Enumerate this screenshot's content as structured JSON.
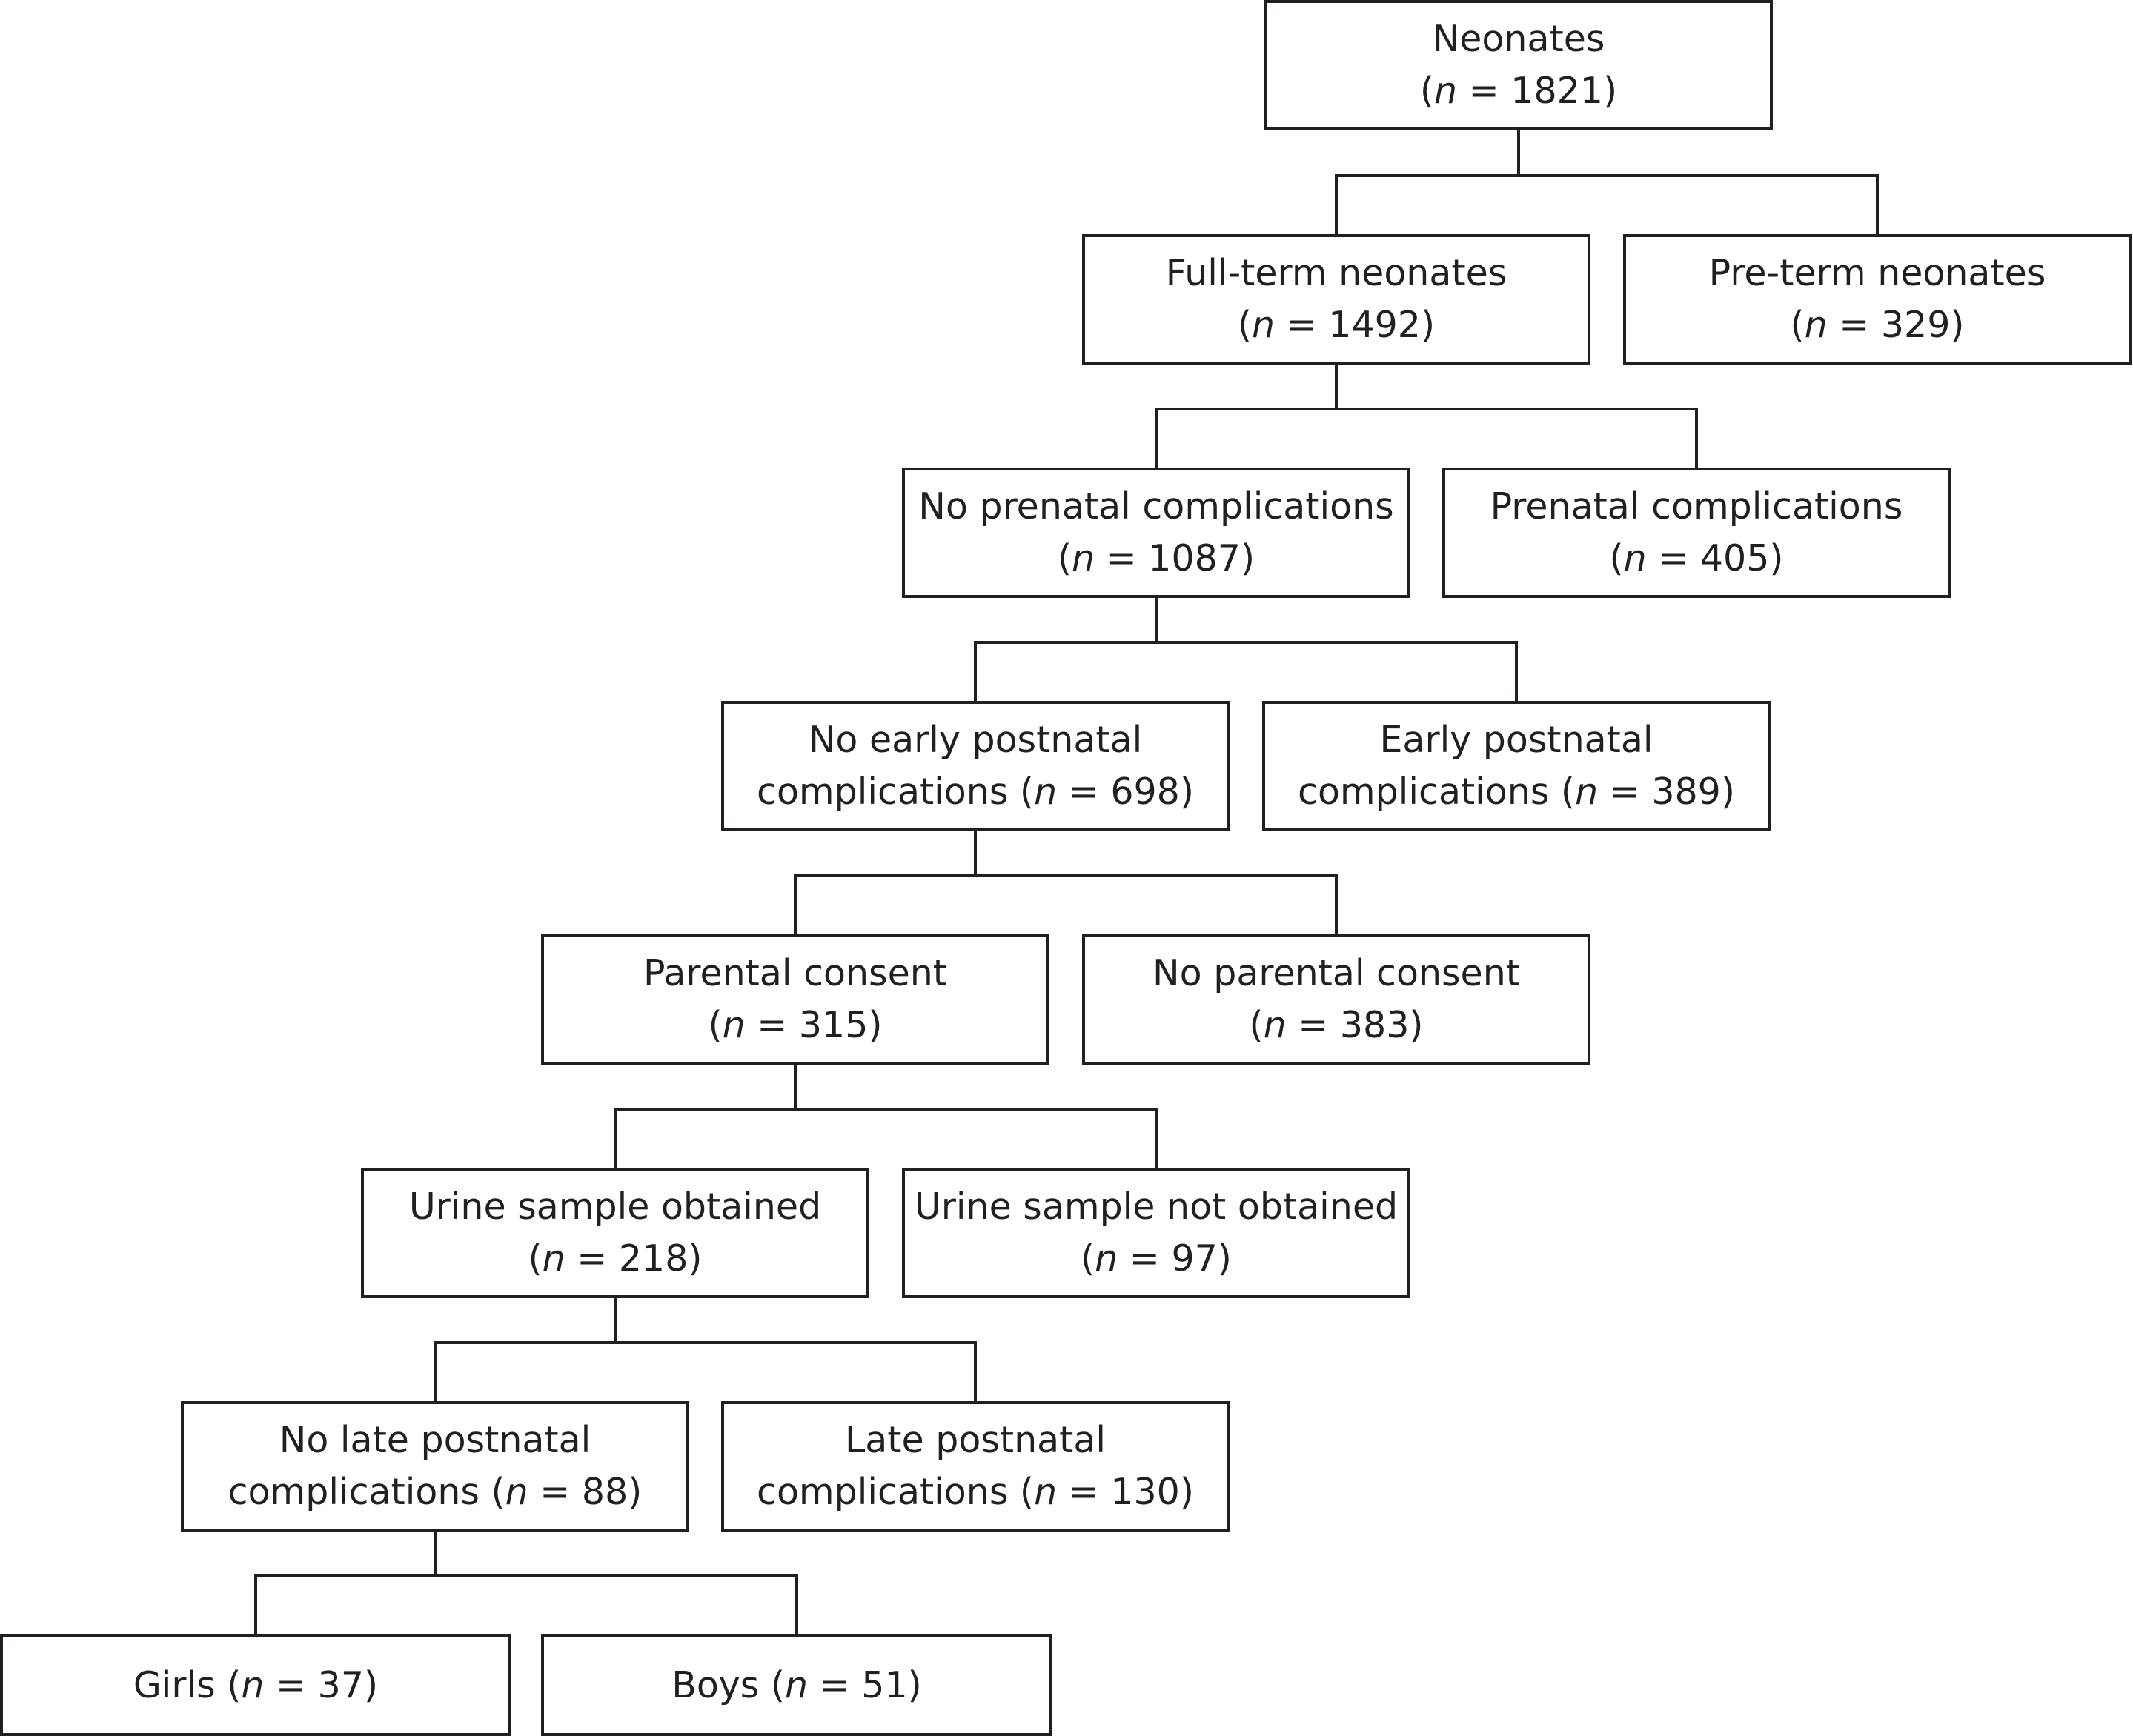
{
  "nodes": [
    {
      "id": "neonates",
      "lines": [
        {
          "text": "Neonates"
        },
        {
          "pre": "(",
          "n": "n",
          "post": " = 1821)"
        }
      ]
    },
    {
      "id": "full-term",
      "lines": [
        {
          "text": "Full-term neonates"
        },
        {
          "pre": "(",
          "n": "n",
          "post": " = 1492)"
        }
      ]
    },
    {
      "id": "pre-term",
      "lines": [
        {
          "text": "Pre-term neonates"
        },
        {
          "pre": "(",
          "n": "n",
          "post": " = 329)"
        }
      ]
    },
    {
      "id": "no-prenatal",
      "lines": [
        {
          "text": "No prenatal complications"
        },
        {
          "pre": "(",
          "n": "n",
          "post": " = 1087)"
        }
      ]
    },
    {
      "id": "prenatal",
      "lines": [
        {
          "text": "Prenatal complications"
        },
        {
          "pre": "(",
          "n": "n",
          "post": " = 405)"
        }
      ]
    },
    {
      "id": "no-early",
      "lines": [
        {
          "text": "No early postnatal"
        },
        {
          "pre": "complications (",
          "n": "n",
          "post": " = 698)"
        }
      ]
    },
    {
      "id": "early",
      "lines": [
        {
          "text": "Early postnatal"
        },
        {
          "pre": "complications (",
          "n": "n",
          "post": " = 389)"
        }
      ]
    },
    {
      "id": "consent",
      "lines": [
        {
          "text": "Parental consent"
        },
        {
          "pre": "(",
          "n": "n",
          "post": " = 315)"
        }
      ]
    },
    {
      "id": "no-consent",
      "lines": [
        {
          "text": "No parental consent"
        },
        {
          "pre": "(",
          "n": "n",
          "post": " = 383)"
        }
      ]
    },
    {
      "id": "urine",
      "lines": [
        {
          "text": "Urine sample obtained"
        },
        {
          "pre": "(",
          "n": "n",
          "post": " = 218)"
        }
      ]
    },
    {
      "id": "no-urine",
      "lines": [
        {
          "text": "Urine sample not obtained"
        },
        {
          "pre": "(",
          "n": "n",
          "post": " = 97)"
        }
      ]
    },
    {
      "id": "no-late",
      "lines": [
        {
          "text": "No late postnatal"
        },
        {
          "pre": "complications (",
          "n": "n",
          "post": " = 88)"
        }
      ]
    },
    {
      "id": "late",
      "lines": [
        {
          "text": "Late postnatal"
        },
        {
          "pre": "complications (",
          "n": "n",
          "post": " = 130)"
        }
      ]
    },
    {
      "id": "girls",
      "lines": [
        {
          "pre": "Girls (",
          "n": "n",
          "post": " = 37)"
        }
      ]
    },
    {
      "id": "boys",
      "lines": [
        {
          "pre": "Boys (",
          "n": "n",
          "post": " = 51)"
        }
      ]
    }
  ],
  "edges": [
    {
      "from": "neonates",
      "to": [
        "full-term",
        "pre-term"
      ]
    },
    {
      "from": "full-term",
      "to": [
        "no-prenatal",
        "prenatal"
      ]
    },
    {
      "from": "no-prenatal",
      "to": [
        "no-early",
        "early"
      ]
    },
    {
      "from": "no-early",
      "to": [
        "consent",
        "no-consent"
      ]
    },
    {
      "from": "consent",
      "to": [
        "urine",
        "no-urine"
      ]
    },
    {
      "from": "urine",
      "to": [
        "no-late",
        "late"
      ]
    },
    {
      "from": "no-late",
      "to": [
        "girls",
        "boys"
      ]
    }
  ]
}
